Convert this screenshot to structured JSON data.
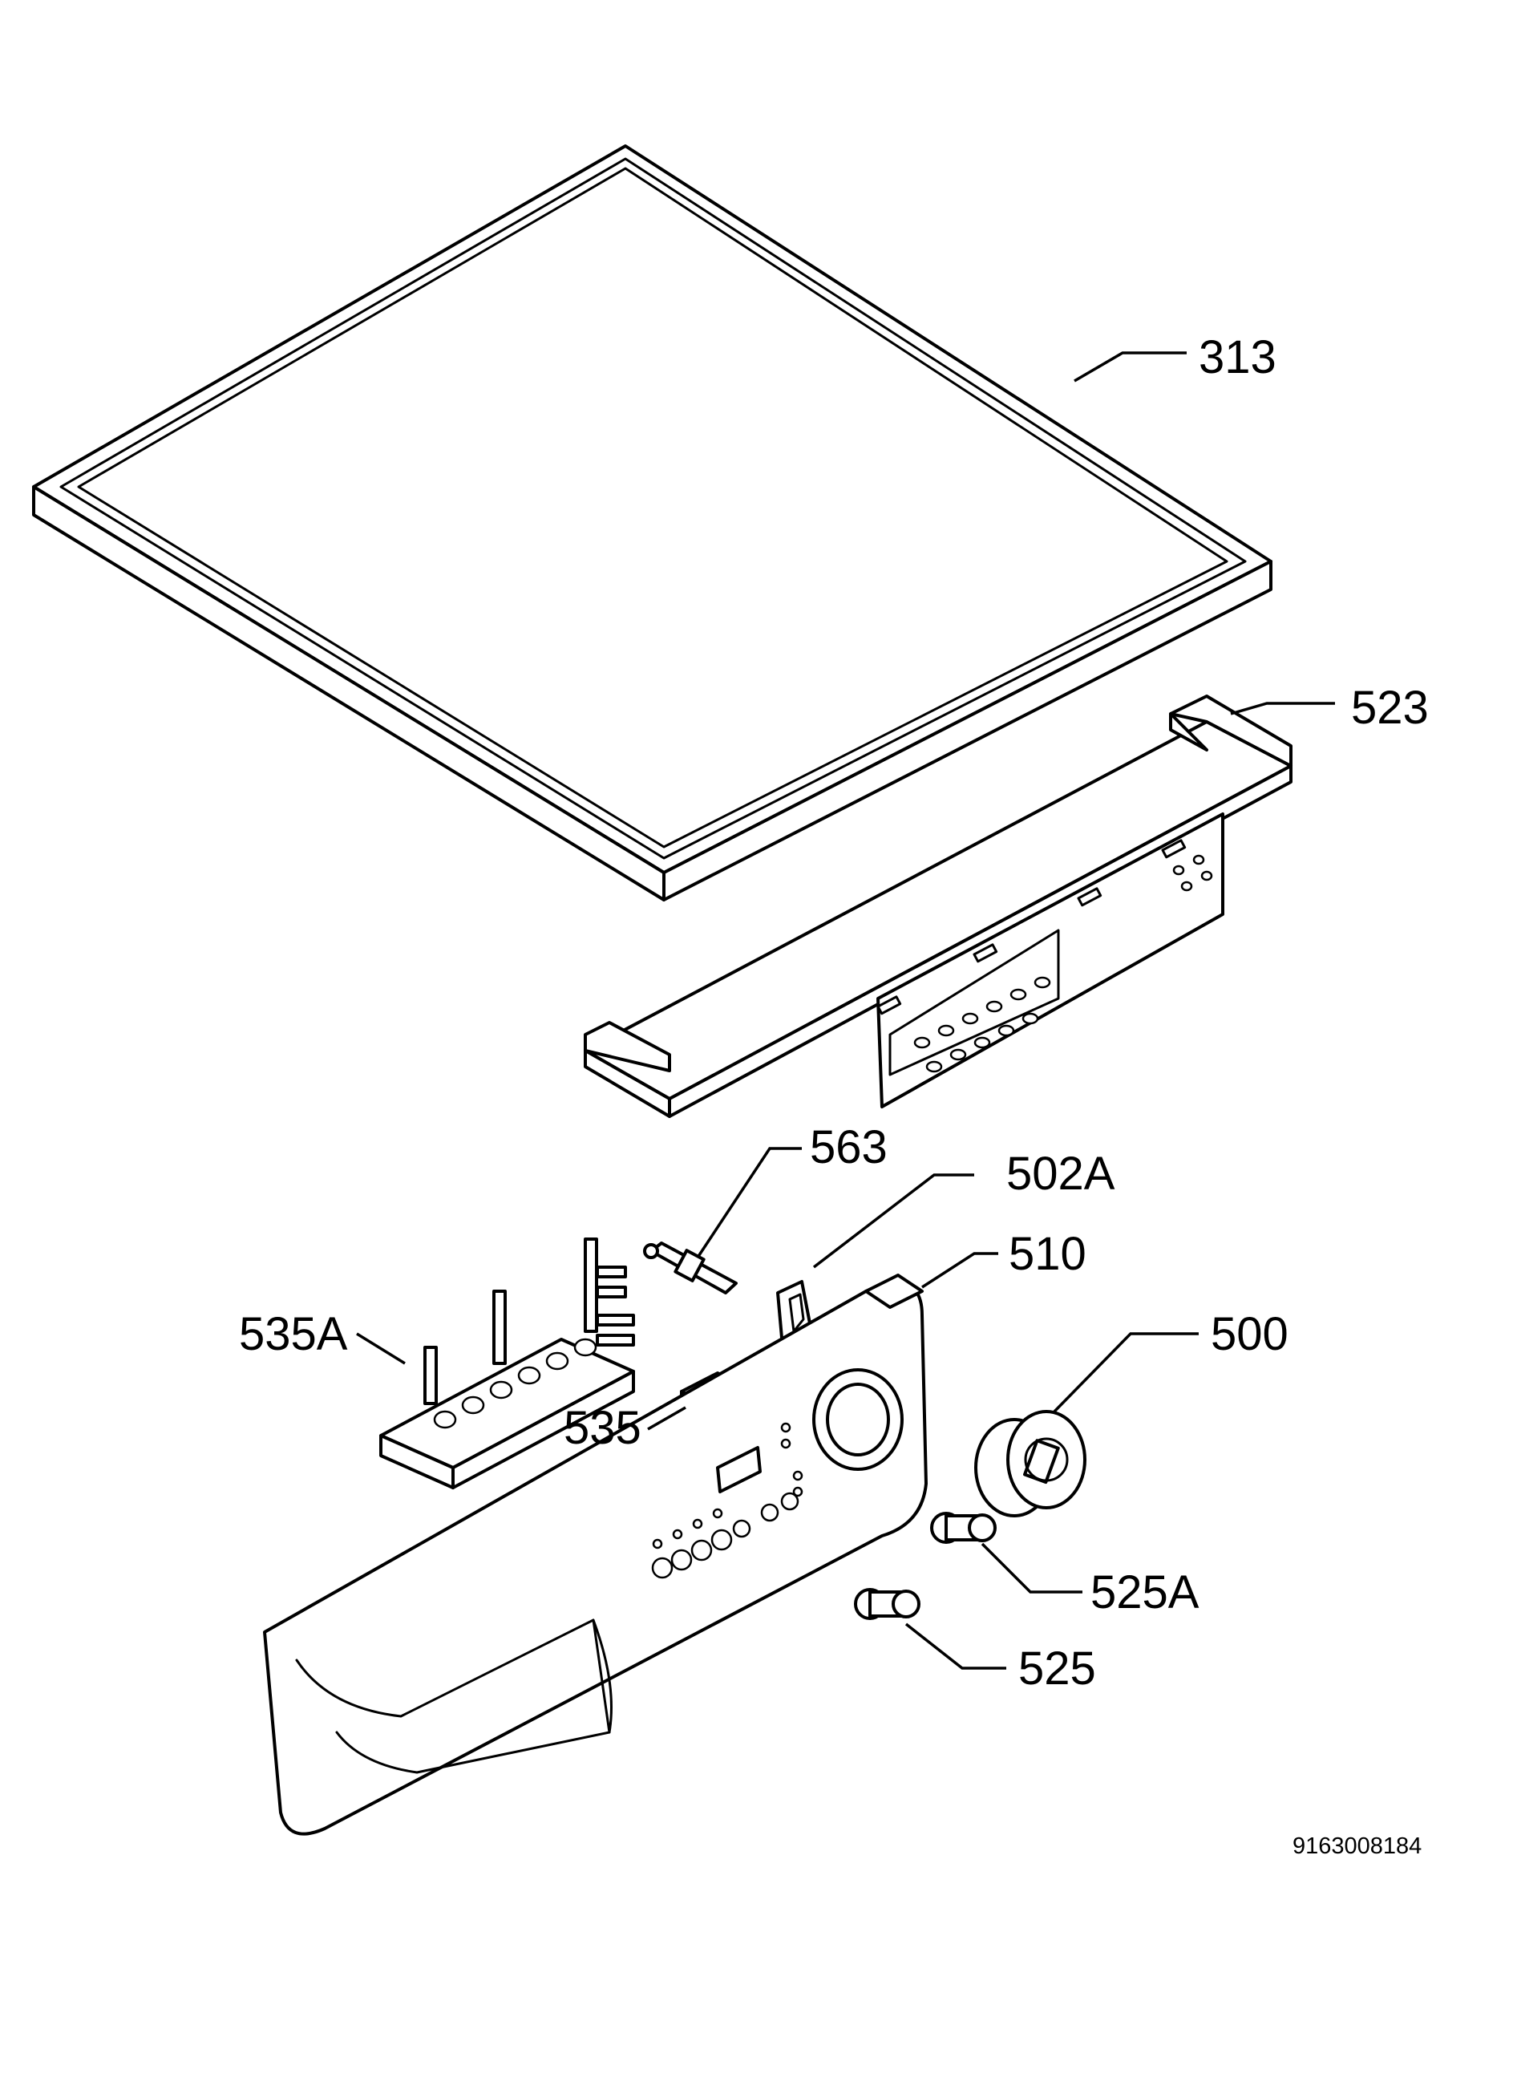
{
  "diagram": {
    "labels": {
      "p313": "313",
      "p523": "523",
      "p563": "563",
      "p502a": "502A",
      "p510": "510",
      "p500": "500",
      "p535a": "535A",
      "p535": "535",
      "p525a": "525A",
      "p525": "525"
    },
    "drawing_number": "9163008184"
  }
}
